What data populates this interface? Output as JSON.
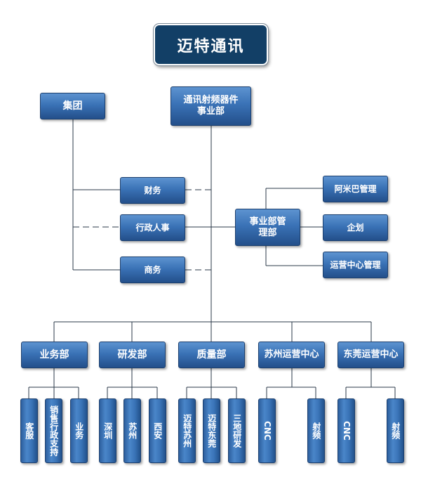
{
  "title": "迈特通讯",
  "nodes": {
    "group": "集团",
    "division": "通讯射频器件事业部",
    "finance": "财务",
    "admin_hr": "行政人事",
    "business": "商务",
    "div_mgmt": "事业部管理部",
    "alibaba": "阿米巴管理",
    "planning": "企划",
    "ops_center_mgmt": "运营中心管理",
    "sales": "业务部",
    "rnd": "研发部",
    "quality": "质量部",
    "suzhou_ops": "苏州运营中心",
    "dongguan_ops": "东莞运营中心"
  },
  "subunits": {
    "sales": [
      "客服",
      "销售行政支持",
      "业务"
    ],
    "rnd": [
      "深圳",
      "苏州",
      "西安"
    ],
    "quality": [
      "迈特苏州",
      "迈特东莞",
      "三地研发"
    ],
    "suzhou_ops": [
      "CNC",
      "射频"
    ],
    "dongguan_ops": [
      "CNC",
      "射频"
    ]
  }
}
